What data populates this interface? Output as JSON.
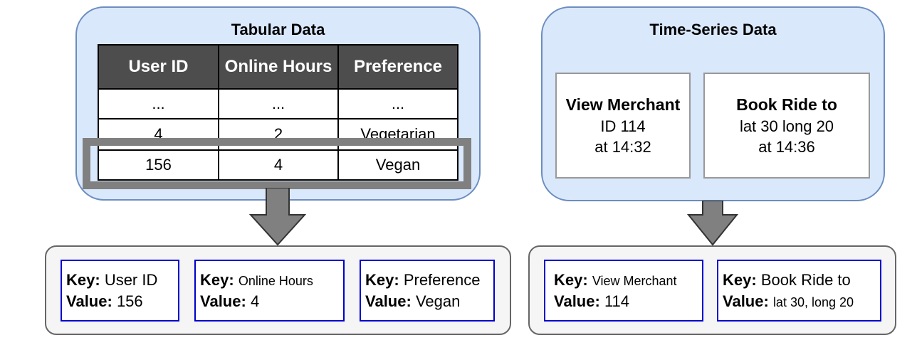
{
  "tabular": {
    "title": "Tabular Data",
    "headers": [
      "User ID",
      "Online Hours",
      "Preference"
    ],
    "rows": [
      [
        "...",
        "...",
        "..."
      ],
      [
        "4",
        "2",
        "Vegetarian"
      ],
      [
        "156",
        "4",
        "Vegan"
      ]
    ],
    "kv": [
      {
        "key_label": "Key:",
        "key": "User ID",
        "value_label": "Value:",
        "value": "156"
      },
      {
        "key_label": "Key:",
        "key": "Online Hours",
        "value_label": "Value:",
        "value": "4"
      },
      {
        "key_label": "Key:",
        "key": "Preference",
        "value_label": "Value:",
        "value": "Vegan"
      }
    ]
  },
  "timeseries": {
    "title": "Time-Series Data",
    "events": [
      {
        "title": "View Merchant",
        "line1": "ID 114",
        "line2": "at 14:32"
      },
      {
        "title": "Book Ride to",
        "line1": "lat 30 long 20",
        "line2": "at 14:36"
      }
    ],
    "kv": [
      {
        "key_label": "Key:",
        "key": "View Merchant",
        "value_label": "Value:",
        "value": "114"
      },
      {
        "key_label": "Key:",
        "key": "Book Ride to",
        "value_label": "Value:",
        "value": "lat 30, long 20"
      }
    ]
  },
  "colors": {
    "panel_fill": "#dae8fc",
    "panel_border": "#6c8ebf",
    "arrow_fill": "#808080",
    "header_fill": "#4d4d4d",
    "kv_border": "#0000cc",
    "output_panel_fill": "#f5f5f5"
  }
}
